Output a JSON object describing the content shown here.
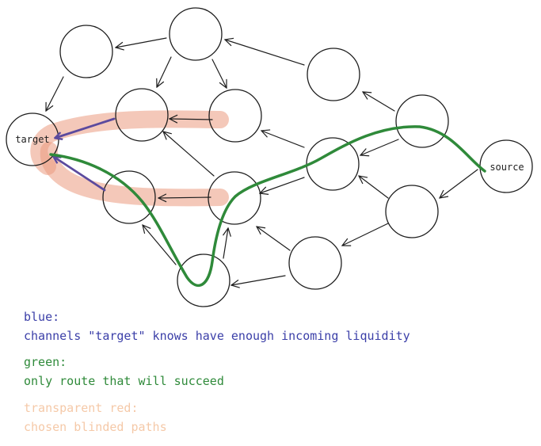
{
  "nodes": {
    "target": "target",
    "source": "source"
  },
  "legend": {
    "blue": {
      "title": "blue:",
      "text": "channels \"target\" knows have enough incoming liquidity",
      "color": "#3b3fa8"
    },
    "green": {
      "title": "green:",
      "text": "only route that will succeed",
      "color": "#2f8a3a"
    },
    "red": {
      "title": "transparent red:",
      "text": "chosen blinded paths",
      "color": "#f5c9a8"
    }
  },
  "colors": {
    "stroke": "#1e1e1e",
    "blinded_path": "#eb9a7f",
    "incoming_channel": "#5b4a9e",
    "route": "#2f8a3a"
  }
}
